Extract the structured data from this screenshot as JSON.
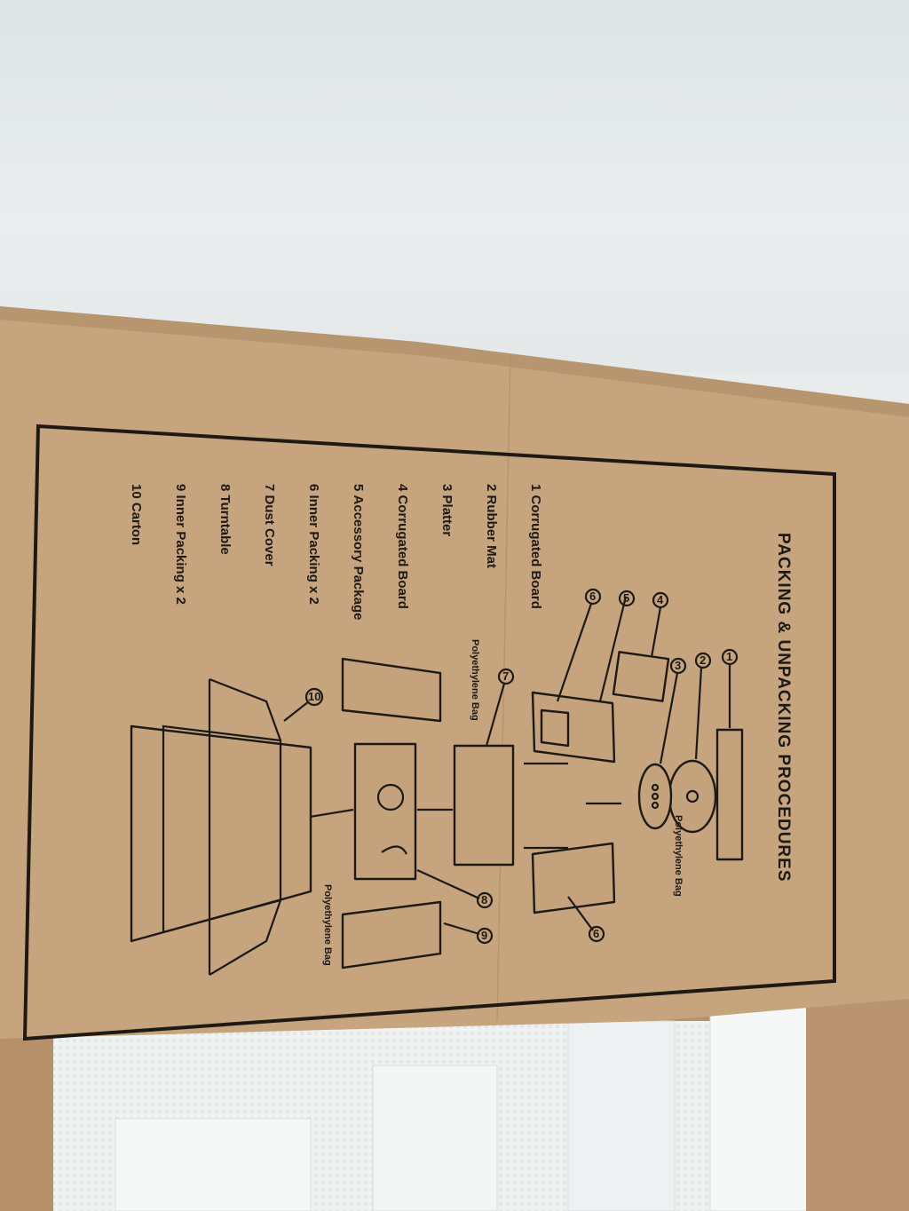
{
  "photo": {
    "subject": "turntable shipping carton flap with printed packing diagram",
    "colors": {
      "wall": "#e5eaea",
      "cardboard": "#c6a47e",
      "ink": "#1d1a16",
      "foam": "#f4f6f6"
    }
  },
  "instructions": {
    "title": "PACKING & UNPACKING PROCEDURES",
    "items": [
      {
        "num": "1",
        "label": "Corrugated Board"
      },
      {
        "num": "2",
        "label": "Rubber Mat"
      },
      {
        "num": "3",
        "label": "Platter"
      },
      {
        "num": "4",
        "label": "Corrugated Board"
      },
      {
        "num": "5",
        "label": "Accessory Package"
      },
      {
        "num": "6",
        "label": "Inner Packing x 2"
      },
      {
        "num": "7",
        "label": "Dust Cover"
      },
      {
        "num": "8",
        "label": "Turntable"
      },
      {
        "num": "9",
        "label": "Inner Packing x 2"
      },
      {
        "num": "10",
        "label": "Carton"
      }
    ],
    "bag_labels": {
      "bag_top": "Polyethylene Bag",
      "bag_mid": "Polyethylene Bag",
      "bag_bottom": "Polyethylene Bag"
    },
    "callouts": [
      "1",
      "2",
      "3",
      "4",
      "5",
      "6",
      "6",
      "7",
      "8",
      "9",
      "10"
    ]
  }
}
